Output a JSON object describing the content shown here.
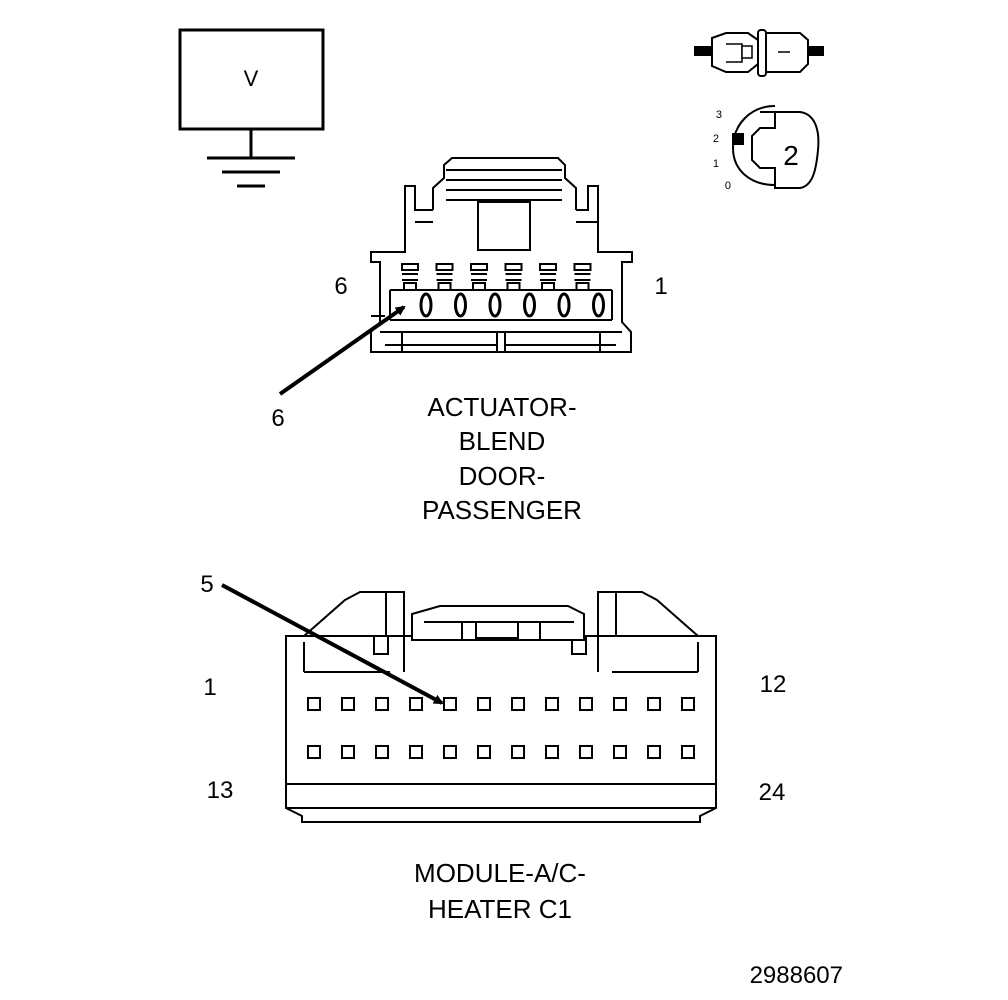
{
  "meter": {
    "mode_label": "V"
  },
  "selector": {
    "positions": [
      "3",
      "2",
      "1",
      "0"
    ],
    "selected_position": "2",
    "knob_label": "2"
  },
  "actuator_connector": {
    "pin_left_label": "6",
    "pin_right_label": "1",
    "pointer_label": "6",
    "pin_count": 6,
    "title_lines": [
      "ACTUATOR-",
      "BLEND",
      "DOOR-",
      "PASSENGER"
    ]
  },
  "module_connector": {
    "pin_top_left_label": "1",
    "pin_top_right_label": "12",
    "pin_bottom_left_label": "13",
    "pin_bottom_right_label": "24",
    "pointer_label": "5",
    "pins_per_row": 12,
    "rows": 2,
    "title_lines": [
      "MODULE-A/C-",
      "HEATER C1"
    ]
  },
  "figure_id": "2988607"
}
